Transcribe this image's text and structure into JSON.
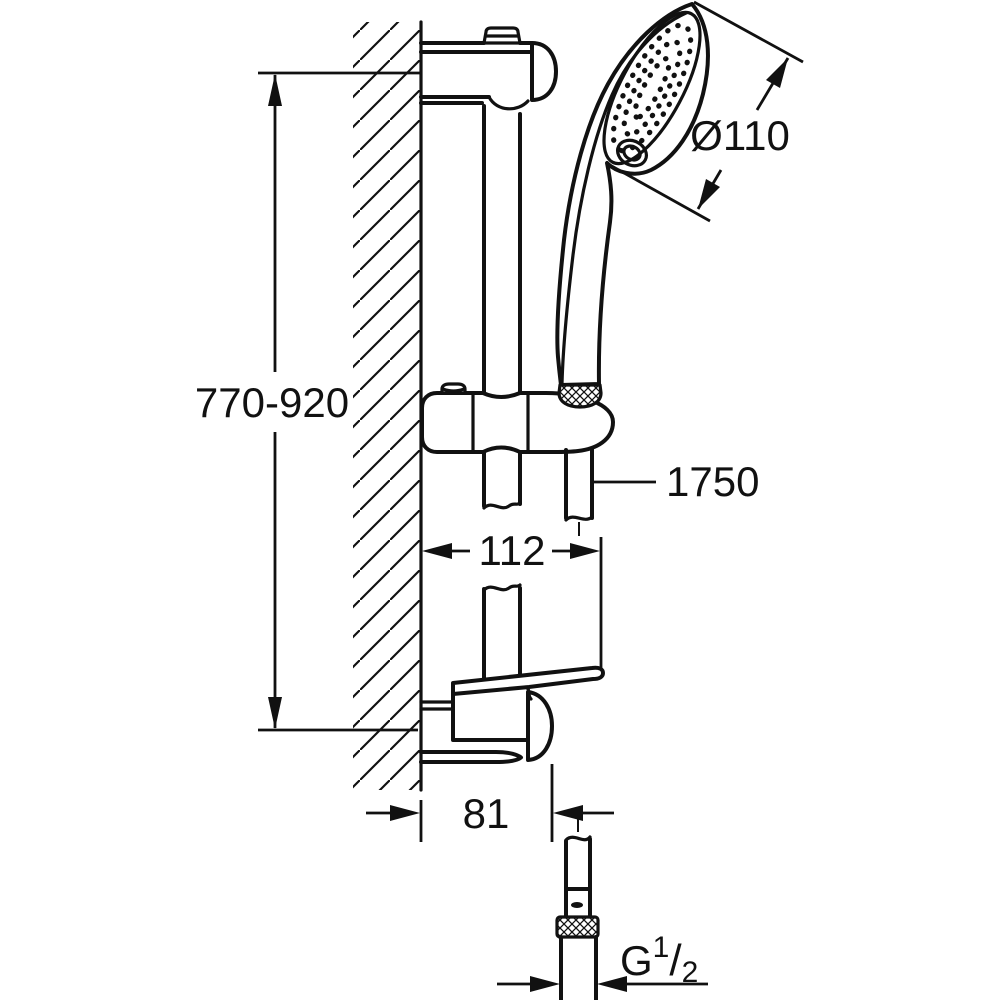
{
  "drawing": {
    "kind": "technical-dimension-drawing",
    "subject": "wall-mounted shower slide rail set with hand shower and hose, side view",
    "background_color": "#ffffff",
    "line_color": "#111111"
  },
  "dimensions": {
    "rail_height": {
      "label": "770-920",
      "orientation": "vertical",
      "measures": "wall bracket spacing / adjustable mounting height"
    },
    "head_diameter": {
      "label": "Ø110",
      "orientation": "diagonal",
      "measures": "hand shower spray face diameter"
    },
    "hose_length": {
      "label": "1750",
      "orientation": "leader",
      "measures": "shower hose length"
    },
    "holder_reach": {
      "label": "112",
      "orientation": "horizontal",
      "measures": "projection from wall to tray edge"
    },
    "bracket_depth": {
      "label": "81",
      "orientation": "horizontal",
      "measures": "projection from wall to bottom bracket"
    },
    "thread": {
      "prefix": "G",
      "numerator": "1",
      "slash": "/",
      "denominator": "2",
      "measures": "hose connection thread"
    }
  }
}
